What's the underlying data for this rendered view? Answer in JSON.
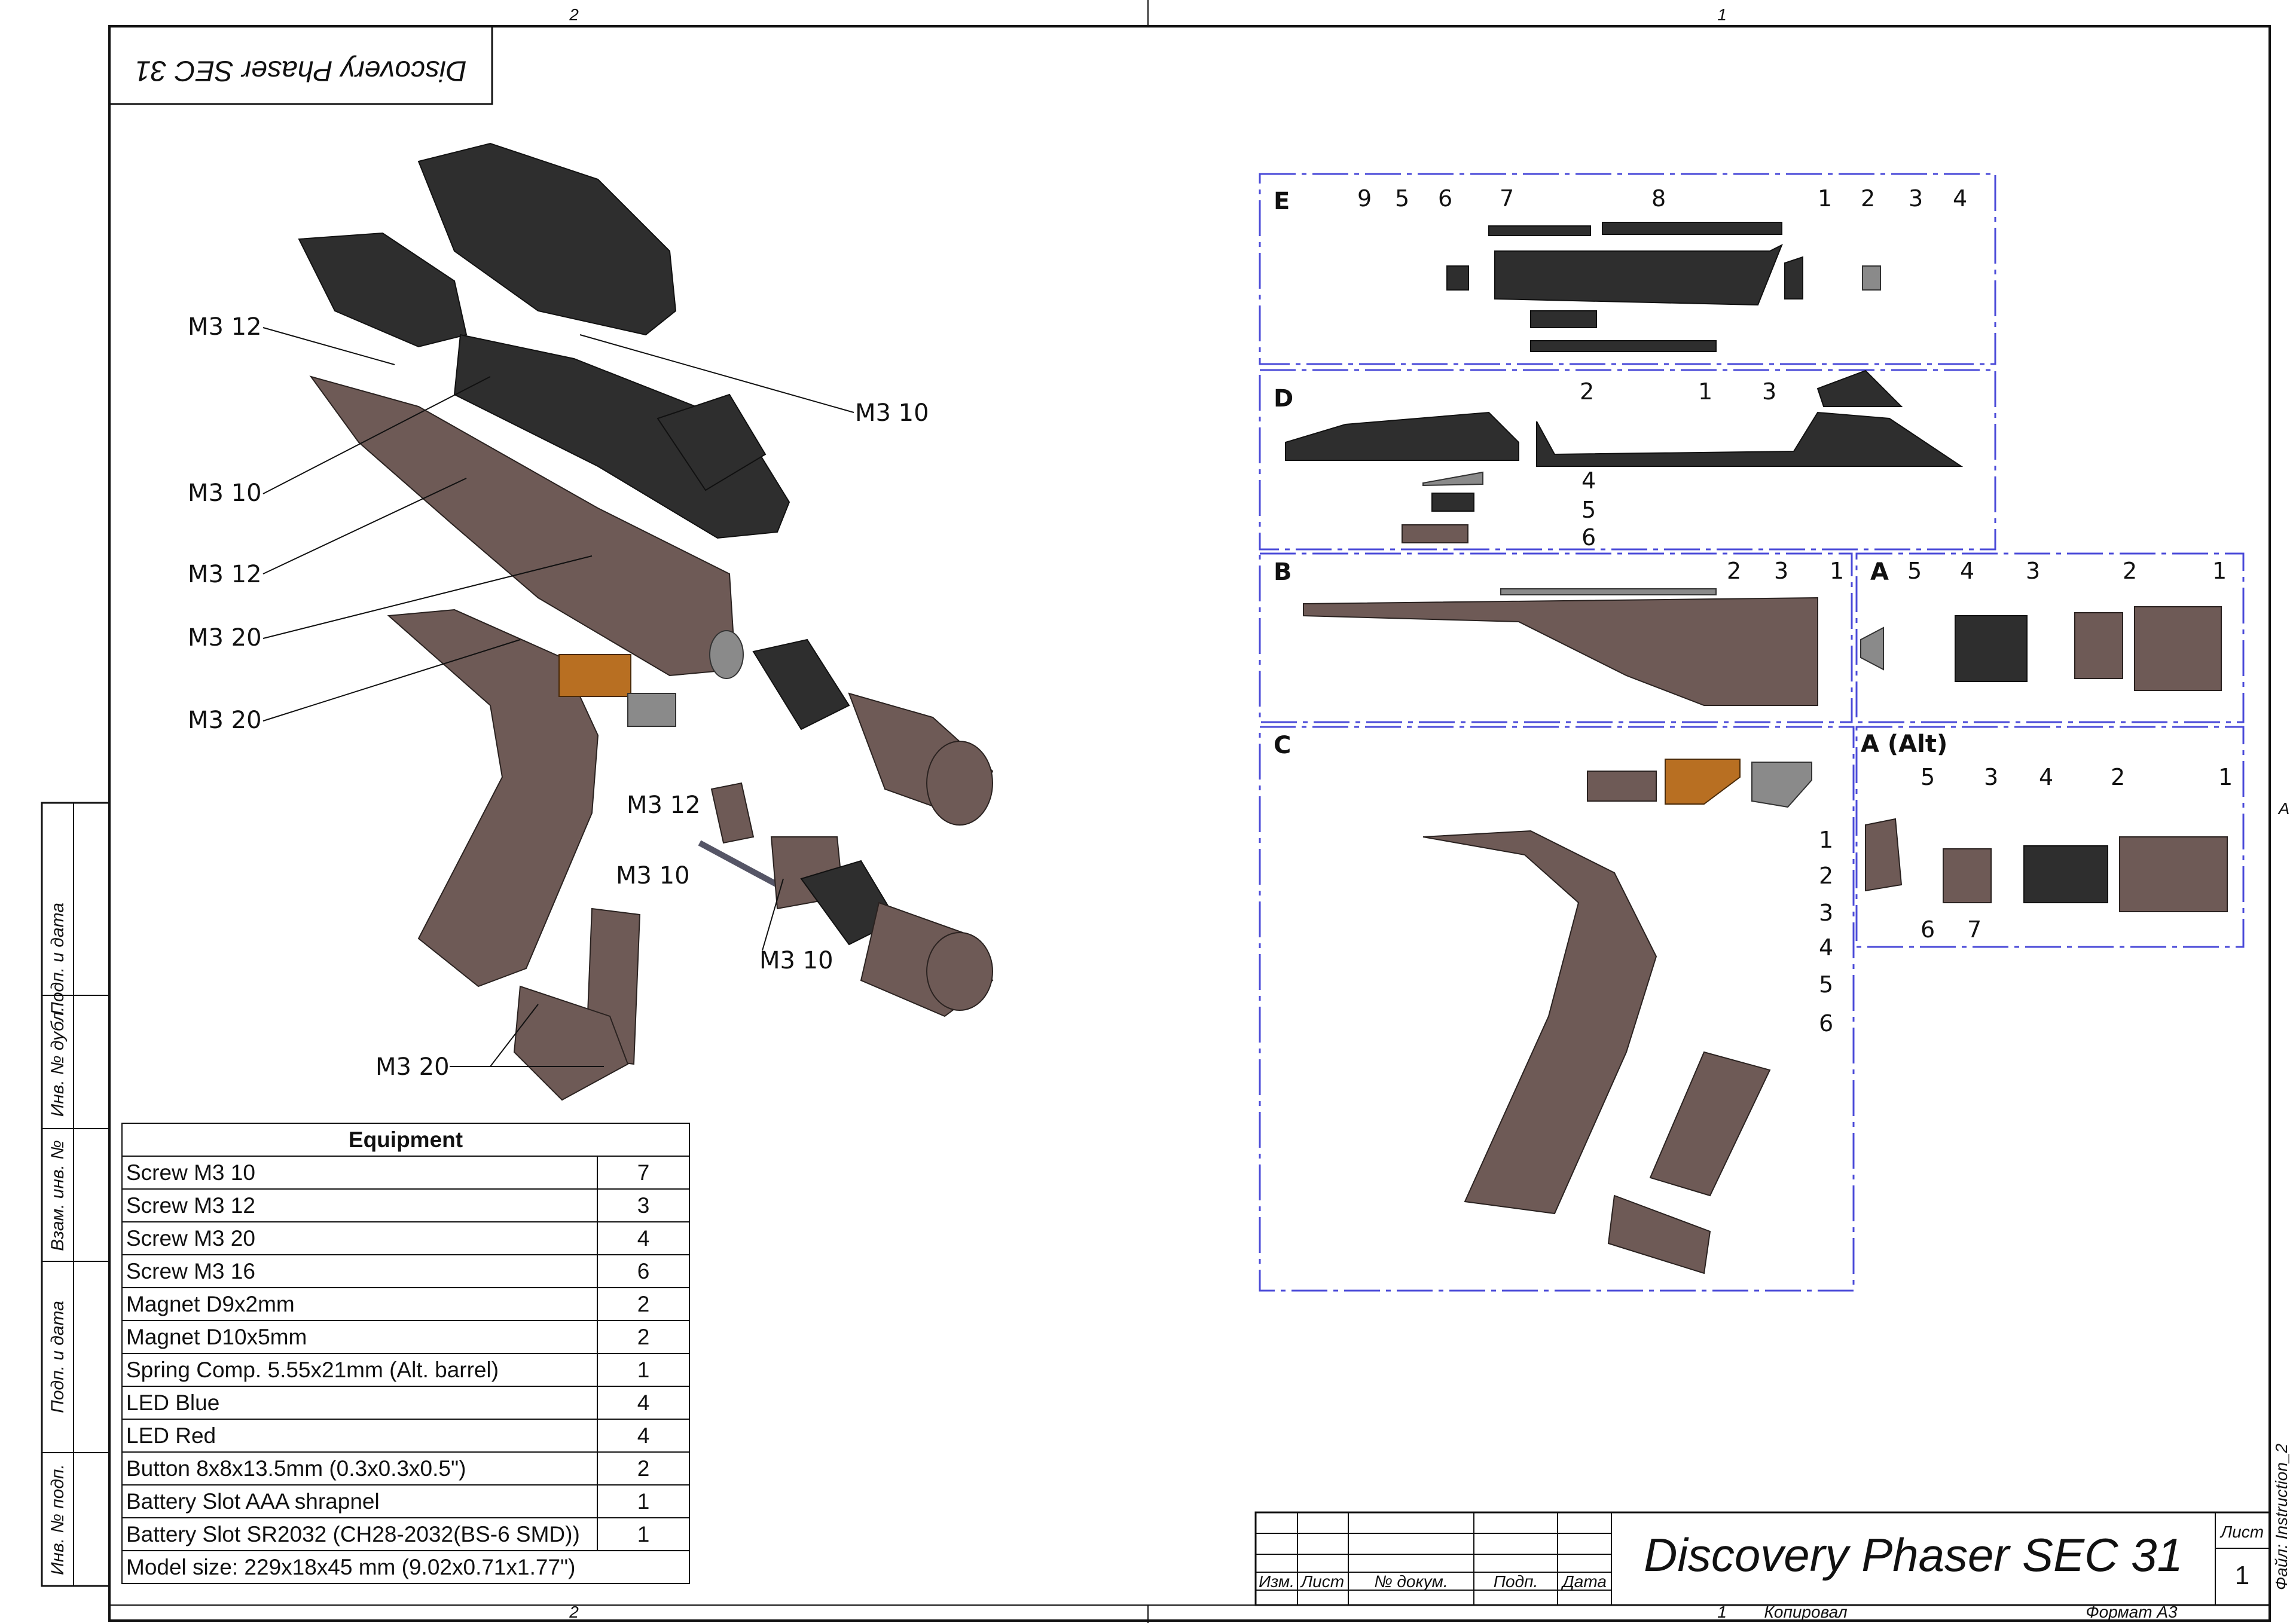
{
  "sheet": {
    "top_zone_left": "2",
    "top_zone_right": "1",
    "bottom_zone_left": "2",
    "bottom_zone_right": "1",
    "right_zone": "A",
    "file_label": "Файл: Instruction_2",
    "mirrored_title": "Discovery Phaser SEC 31"
  },
  "side_stamp": [
    "Подп. и дата",
    "Инв. № дубл.",
    "Взам. инв. №",
    "Подп. и дата",
    "Инв. № подп."
  ],
  "callouts": [
    "M3 12",
    "M3 10",
    "M3 10",
    "M3 12",
    "M3 20",
    "M3 20",
    "M3 12",
    "M3 10",
    "M3 10",
    "M3 20"
  ],
  "equipment": {
    "header": "Equipment",
    "rows": [
      {
        "item": "Screw M3 10",
        "qty": "7"
      },
      {
        "item": "Screw M3 12",
        "qty": "3"
      },
      {
        "item": "Screw M3 20",
        "qty": "4"
      },
      {
        "item": "Screw M3 16",
        "qty": "6"
      },
      {
        "item": "Magnet D9x2mm",
        "qty": "2"
      },
      {
        "item": "Magnet D10x5mm",
        "qty": "2"
      },
      {
        "item": "Spring Comp. 5.55x21mm (Alt. barrel)",
        "qty": "1"
      },
      {
        "item": "LED Blue",
        "qty": "4"
      },
      {
        "item": "LED Red",
        "qty": "4"
      },
      {
        "item": "Button 8x8x13.5mm (0.3x0.3x0.5\")",
        "qty": "2"
      },
      {
        "item": "Battery Slot AAA shrapnel",
        "qty": "1"
      },
      {
        "item": "Battery Slot SR2032 (CH28-2032(BS-6 SMD))",
        "qty": "1"
      }
    ],
    "footer": "Model size: 229x18x45 mm (9.02x0.71x1.77\")"
  },
  "sections": {
    "E": {
      "label": "E",
      "numbers": [
        "9",
        "5",
        "6",
        "7",
        "8",
        "1",
        "2",
        "3",
        "4"
      ]
    },
    "D": {
      "label": "D",
      "numbers": [
        "2",
        "1",
        "3",
        "4",
        "5",
        "6"
      ]
    },
    "B": {
      "label": "B",
      "numbers": [
        "2",
        "3",
        "1"
      ]
    },
    "A": {
      "label": "A",
      "numbers": [
        "5",
        "4",
        "3",
        "2",
        "1"
      ]
    },
    "C": {
      "label": "C",
      "numbers": [
        "1",
        "2",
        "3",
        "4",
        "5",
        "6"
      ]
    },
    "A_alt": {
      "label": "A (Alt)",
      "numbers": [
        "5",
        "3",
        "4",
        "2",
        "1",
        "6",
        "7"
      ]
    }
  },
  "title_block": {
    "title": "Discovery Phaser SEC 31",
    "col_izm": "Изм.",
    "col_list": "Лист",
    "col_doc": "№ докум.",
    "col_podp": "Подп.",
    "col_data": "Дата",
    "sheet_label": "Лист",
    "sheet_no": "1",
    "copied_no": "1",
    "copied": "Копировал",
    "format": "Формат А3"
  },
  "colors": {
    "frame": "#111111",
    "section_border": "#4a4ad8",
    "part_dark": "#2e2e2e",
    "part_brown": "#6e5a56",
    "part_orange": "#b86f22"
  }
}
